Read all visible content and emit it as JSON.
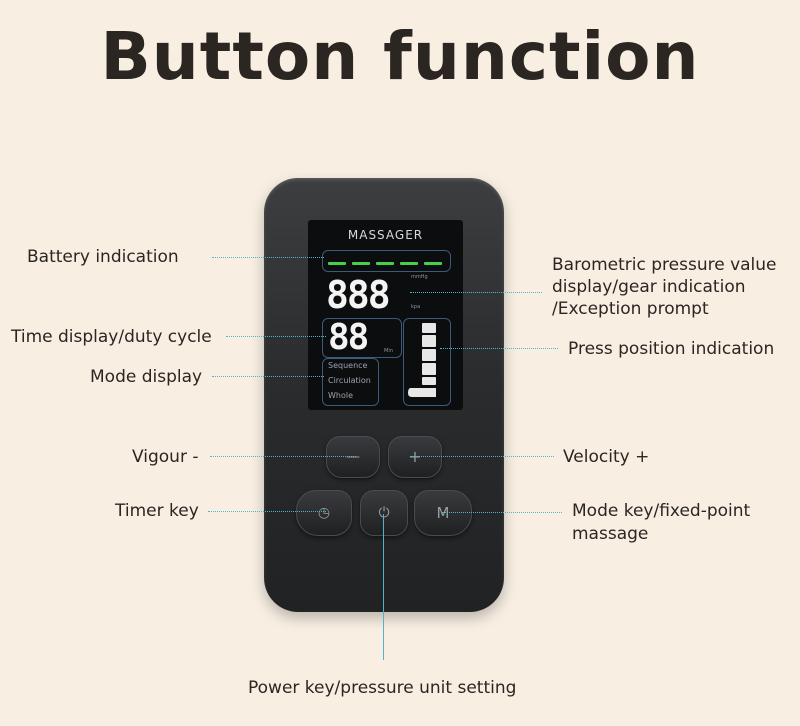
{
  "title": "Button function",
  "device": {
    "brand": "MASSAGER",
    "pressure_digits": "888",
    "pressure_unit_top": "mmHg",
    "pressure_unit_bottom": "kpa",
    "time_digits": "88",
    "time_unit": "Min",
    "modes": [
      "Sequence",
      "Circulation",
      "Whole"
    ],
    "buttons": {
      "vigour": "—",
      "velocity": "+",
      "timer": "◷",
      "power": "⏻",
      "mode": "M"
    }
  },
  "labels": {
    "battery": "Battery indication",
    "pressure": [
      "Barometric pressure value",
      "display/gear indication",
      "/Exception prompt"
    ],
    "time": "Time display/duty cycle",
    "press_position": "Press position indication",
    "mode_display": "Mode display",
    "vigour": "Vigour -",
    "velocity": "Velocity +",
    "timer": "Timer key",
    "mode_key": [
      "Mode key/fixed-point",
      "massage"
    ],
    "power": "Power key/pressure unit setting"
  },
  "colors": {
    "background": "#f8efe2",
    "battery_green": "#46d04b",
    "leader_line": "#4fb4c9"
  }
}
